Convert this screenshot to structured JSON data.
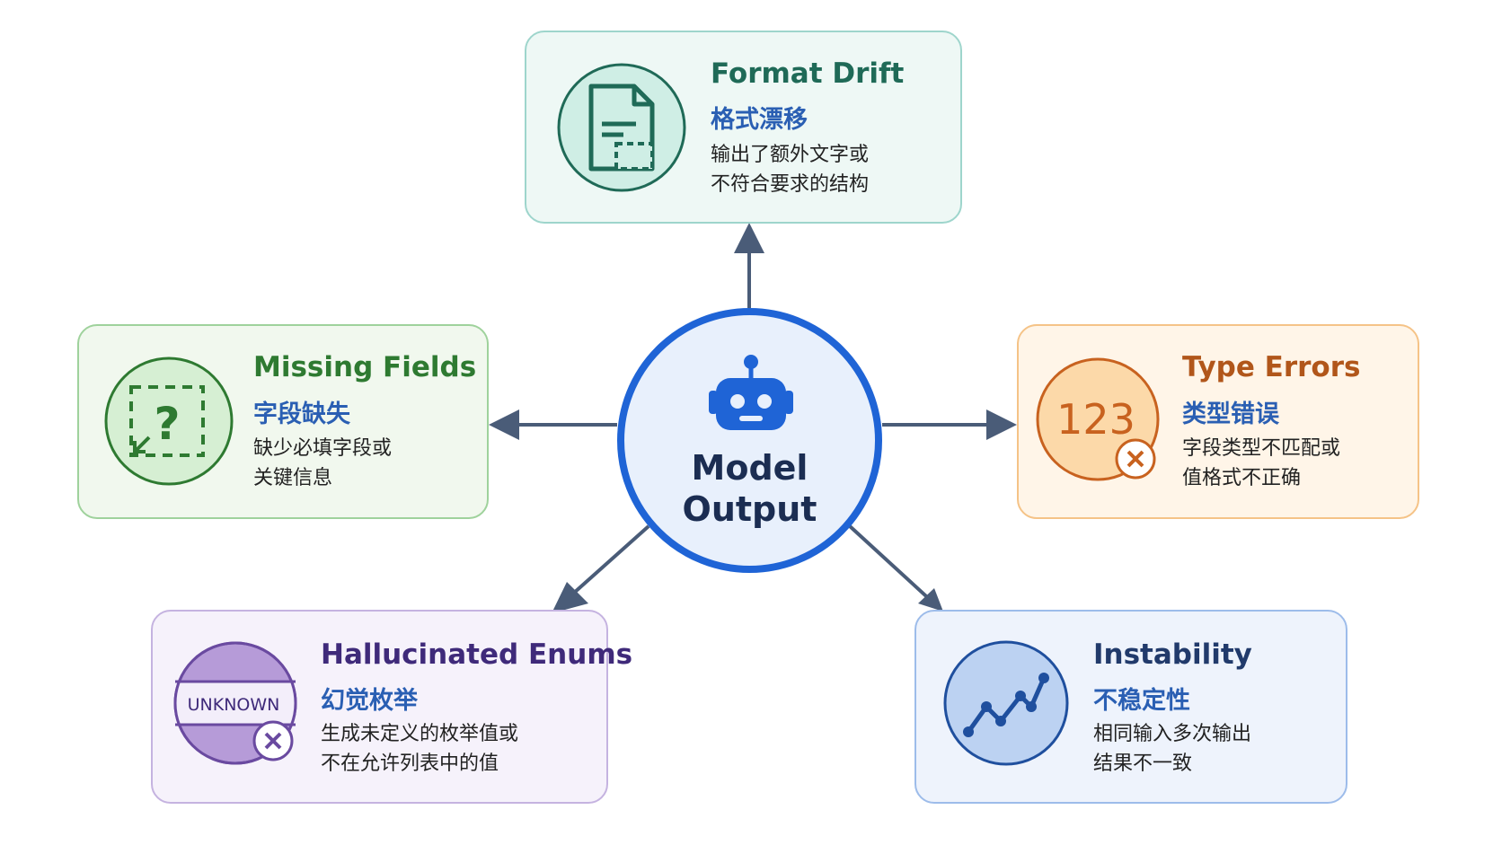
{
  "center": {
    "title_line1": "Model",
    "title_line2": "Output",
    "icon": "robot-icon"
  },
  "nodes": {
    "format_drift": {
      "title": "Format Drift",
      "subtitle": "格式漂移",
      "desc_line1": "输出了额外文字或",
      "desc_line2": "不符合要求的结构",
      "icon": "document-icon",
      "color": "#1f6a57"
    },
    "missing_fields": {
      "title": "Missing Fields",
      "subtitle": "字段缺失",
      "desc_line1": "缺少必填字段或",
      "desc_line2": "关键信息",
      "icon": "question-mark-icon",
      "color": "#2e7a31"
    },
    "type_errors": {
      "title": "Type Errors",
      "subtitle": "类型错误",
      "desc_line1": "字段类型不匹配或",
      "desc_line2": "值格式不正确",
      "icon_text": "123",
      "icon": "number-error-icon",
      "color": "#b1561a"
    },
    "hallucinated_enums": {
      "title": "Hallucinated Enums",
      "subtitle": "幻觉枚举",
      "desc_line1": "生成未定义的枚举值或",
      "desc_line2": "不在允许列表中的值",
      "icon_text": "UNKNOWN",
      "icon": "unknown-enum-icon",
      "color": "#3f2a7a"
    },
    "instability": {
      "title": "Instability",
      "subtitle": "不稳定性",
      "desc_line1": "相同输入多次输出",
      "desc_line2": "结果不一致",
      "icon": "line-chart-icon",
      "color": "#213a6b"
    }
  },
  "colors": {
    "arrow": "#4a5c78",
    "center_border": "#1f64d6",
    "subtitle": "#2a5fb3"
  }
}
